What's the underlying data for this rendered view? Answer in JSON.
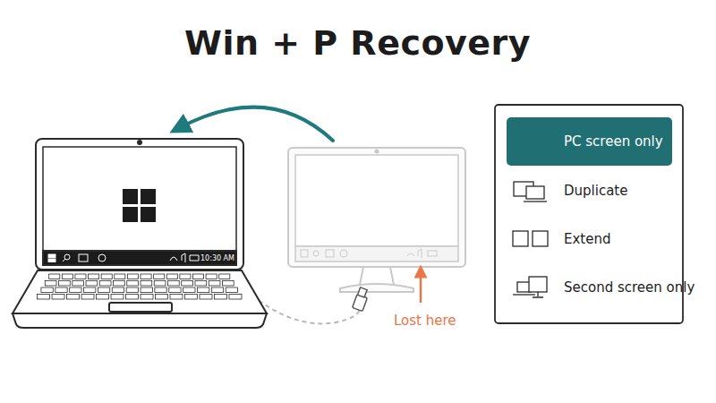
{
  "diagram": {
    "title": "Win + P Recovery",
    "nodes": [
      {
        "text": [
          "PC screen only"
        ]
      },
      {
        "text": [
          "Duplicate"
        ]
      },
      {
        "text": [
          "Extend"
        ]
      },
      {
        "text": [
          "Second screen only"
        ]
      }
    ],
    "labels": [
      "10:30 AM",
      "Lost here"
    ]
  }
}
